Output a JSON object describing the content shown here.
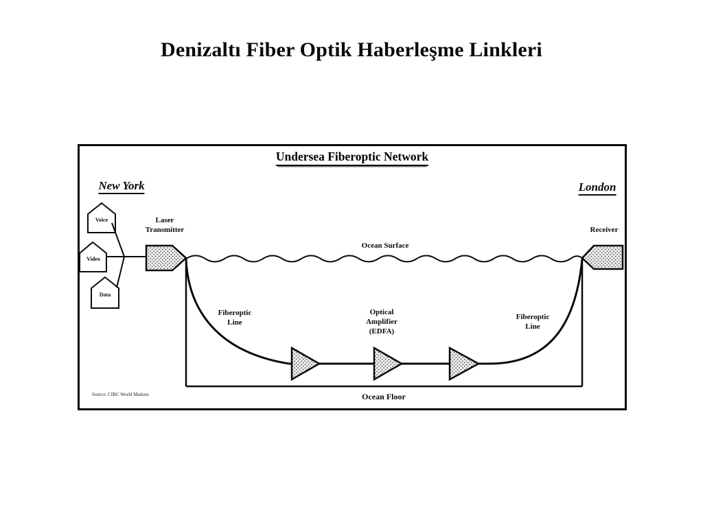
{
  "slide": {
    "title": "Denizaltı Fiber Optik Haberleşme Linkleri"
  },
  "diagram": {
    "title": "Undersea Fiberoptic Network",
    "left_endpoint": "New York",
    "right_endpoint": "London",
    "input_nodes": [
      "Voice",
      "Video",
      "Data"
    ],
    "transmitter_label": [
      "Laser",
      "Transmitter"
    ],
    "receiver_label": "Receiver",
    "ocean_surface_label": "Ocean Surface",
    "ocean_floor_label": "Ocean Floor",
    "fiberoptic_left": [
      "Fiberoptic",
      "Line"
    ],
    "fiberoptic_right": [
      "Fiberoptic",
      "Line"
    ],
    "amplifier_label": [
      "Optical",
      "Amplifier",
      "(EDFA)"
    ],
    "source_note": "Source: CIBC World Markets",
    "colors": {
      "ink": "#0a0a0a",
      "paper": "#ffffff"
    }
  }
}
